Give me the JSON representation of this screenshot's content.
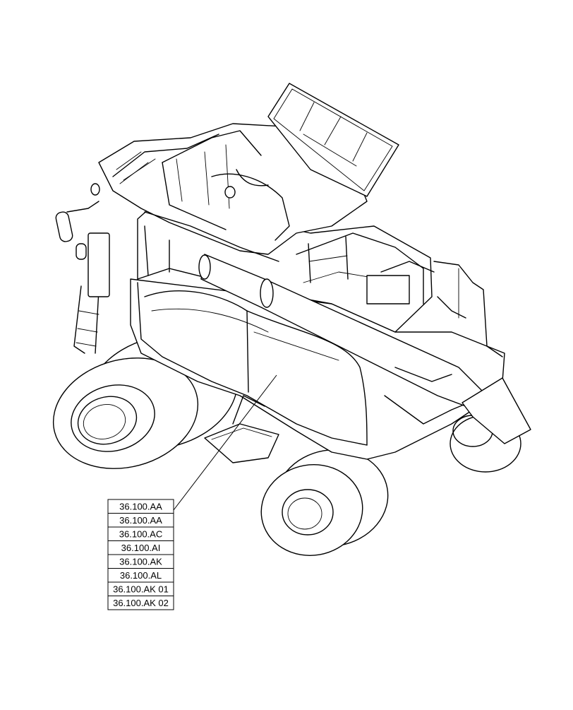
{
  "references": [
    "36.100.AA",
    "36.100.AA",
    "36.100.AC",
    "36.100.AI",
    "36.100.AK",
    "36.100.AL",
    "36.100.AK 01",
    "36.100.AK 02"
  ],
  "colors": {
    "line": "#000000",
    "background": "#ffffff"
  }
}
